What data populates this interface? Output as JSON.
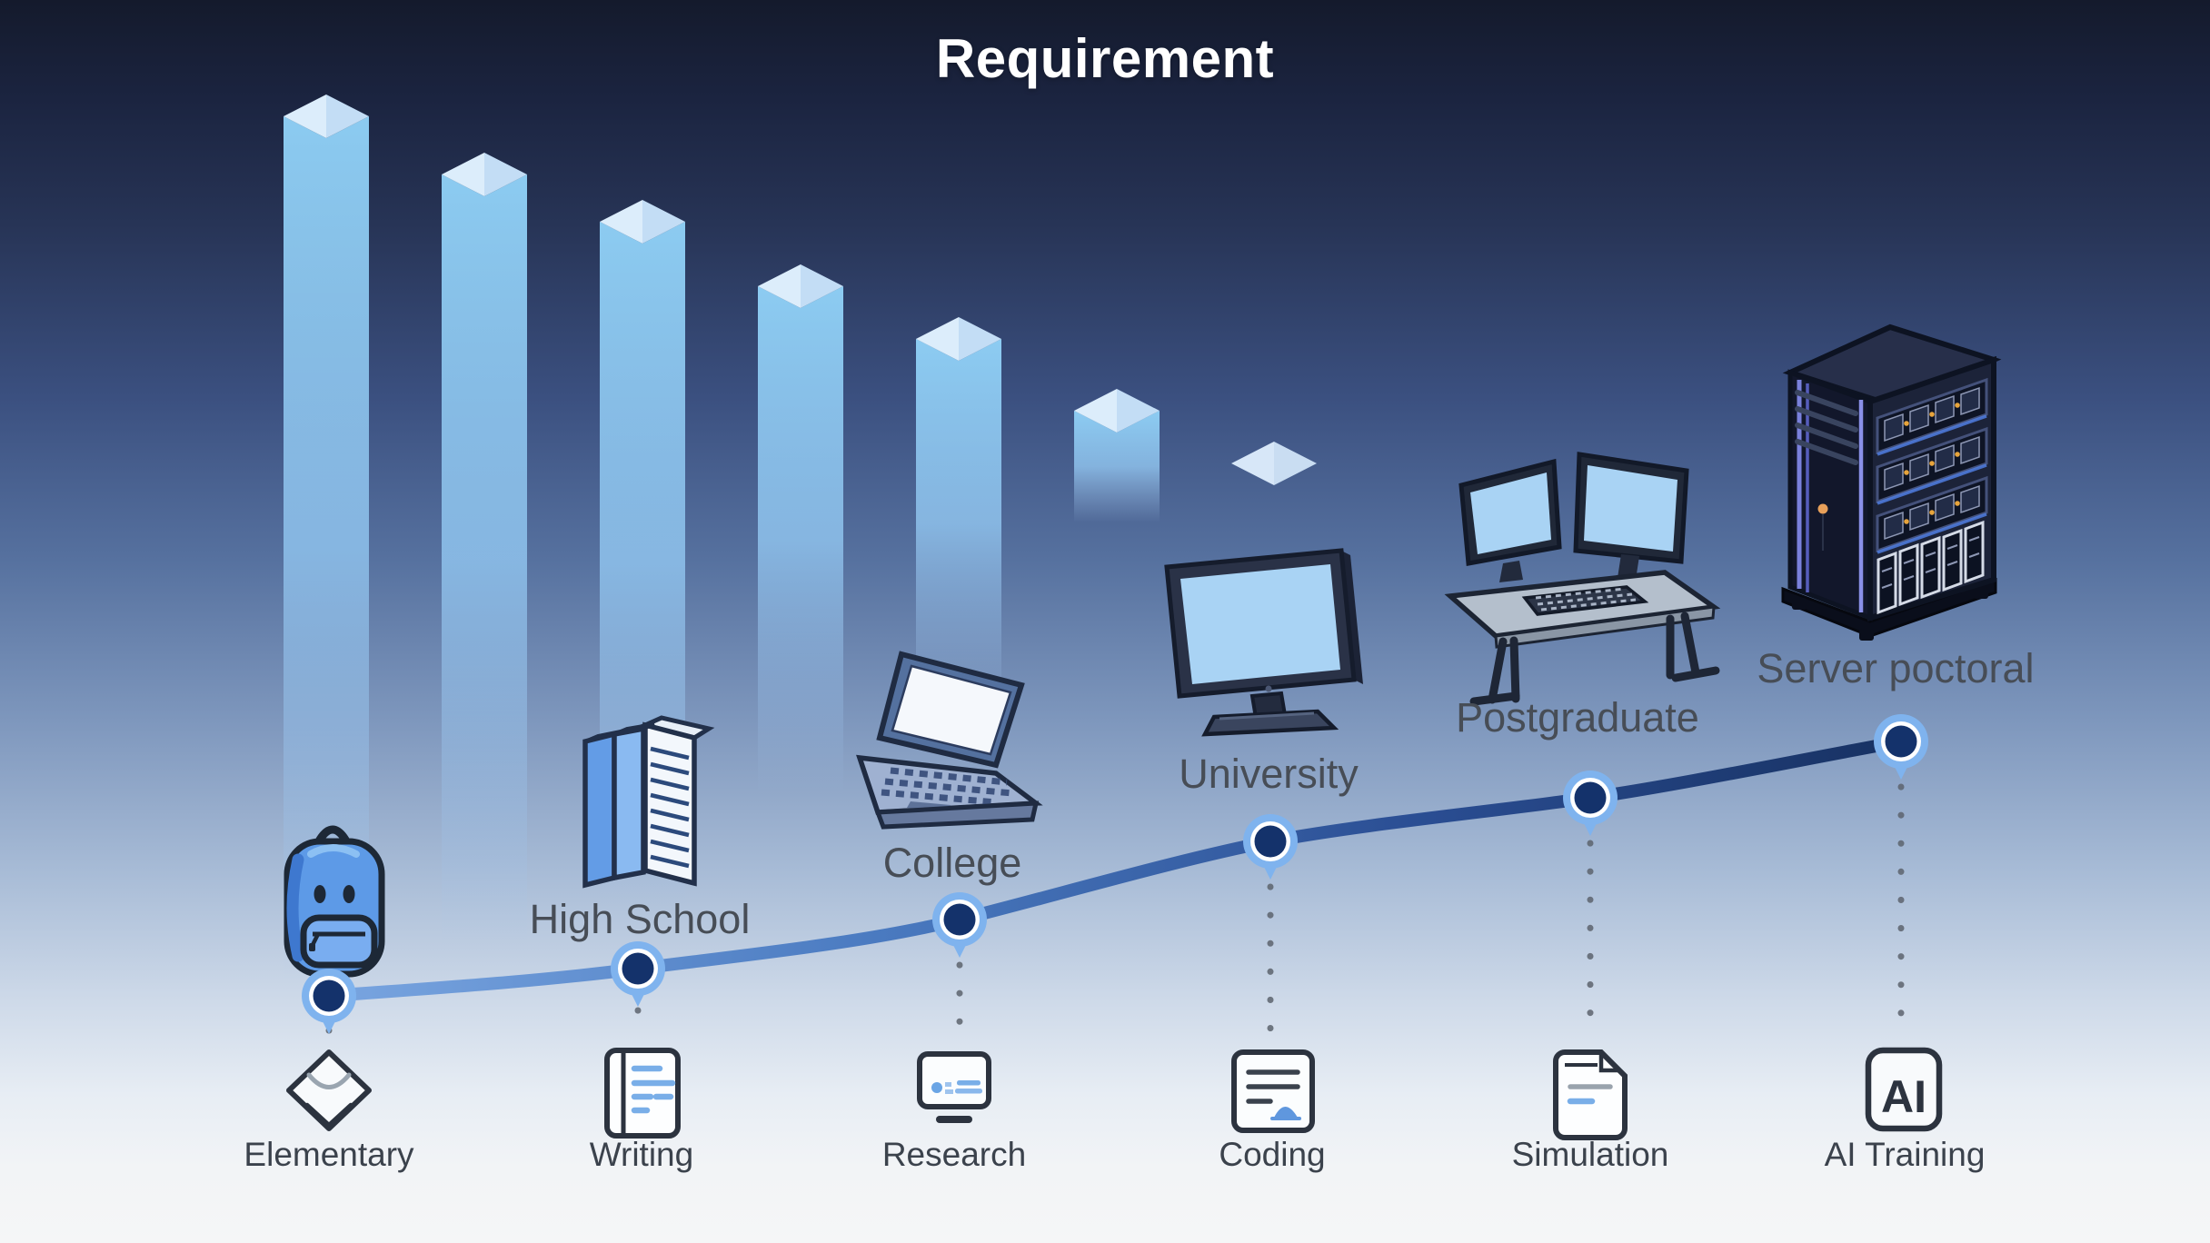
{
  "title": "Requirement",
  "stages": [
    {
      "name": "",
      "task": "Elementary",
      "icon": "backpack"
    },
    {
      "name": "High School",
      "task": "Writing",
      "icon": "books-stack"
    },
    {
      "name": "College",
      "task": "Research",
      "icon": "laptop"
    },
    {
      "name": "University",
      "task": "Coding",
      "icon": "desktop-monitor"
    },
    {
      "name": "Postgraduate",
      "task": "Simulation",
      "icon": "dual-monitor-workstation"
    },
    {
      "name": "Server poctoral",
      "task": "AI Training",
      "icon": "server-rack"
    }
  ],
  "ai_badge": {
    "label": "AI"
  },
  "decor": {
    "bars": {
      "type": "bar",
      "count": 7,
      "trend": "descending",
      "relative_heights": [
        100,
        92,
        85,
        76,
        68,
        55,
        42
      ],
      "cap_color": "#dcedfb",
      "body_color": "#8fd0f6"
    },
    "timeline": {
      "direction": "ascending-left-to-right",
      "point_count": 6,
      "line_color_start": "#79a5e0",
      "line_color_end": "#173162",
      "dot_inner": "#14326b",
      "dot_ring": "#ffffff",
      "dot_outer": "#7fb3ee"
    }
  },
  "colors": {
    "background_top": "#141a2c",
    "background_bottom": "#f5f6f7",
    "title_text": "#ffffff",
    "stage_name_text": "#474d56",
    "task_text": "#3b424c",
    "icon_outline": "#2c333f",
    "icon_accent_blue": "#79aee8",
    "screen_blue": "#a9d3f4",
    "server_stripe_purple": "#7a81dc",
    "server_light_amber": "#e7a43c"
  }
}
